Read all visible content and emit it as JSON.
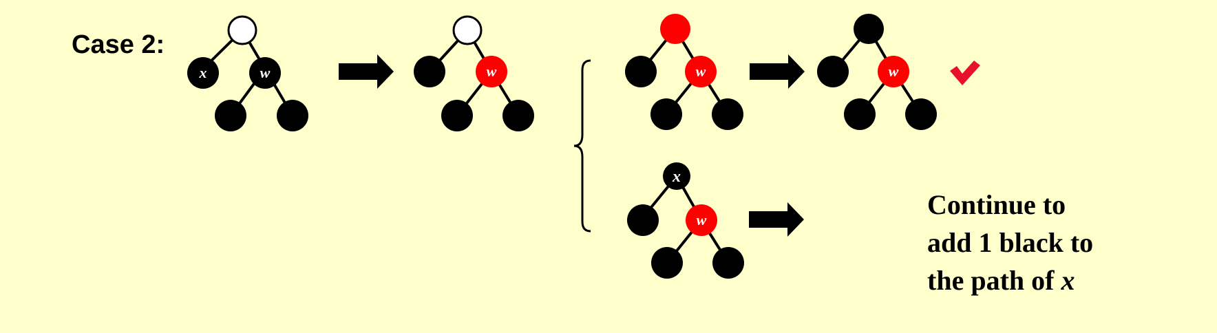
{
  "case_label": "Case 2:",
  "node_labels": {
    "x": "x",
    "w": "w"
  },
  "note": {
    "line1": "Continue to",
    "line2": "add 1 black to",
    "line3_prefix": "the path of ",
    "line3_var": "x"
  },
  "colors": {
    "background": "#FFFFCC",
    "black_node": "#000000",
    "red_node": "#FF0000",
    "unknown_node_fill": "#FFFFFF",
    "check_mark": "#E8102A"
  },
  "icons": [
    "arrow-right-icon",
    "left-curly-brace-icon",
    "check-mark-icon"
  ]
}
